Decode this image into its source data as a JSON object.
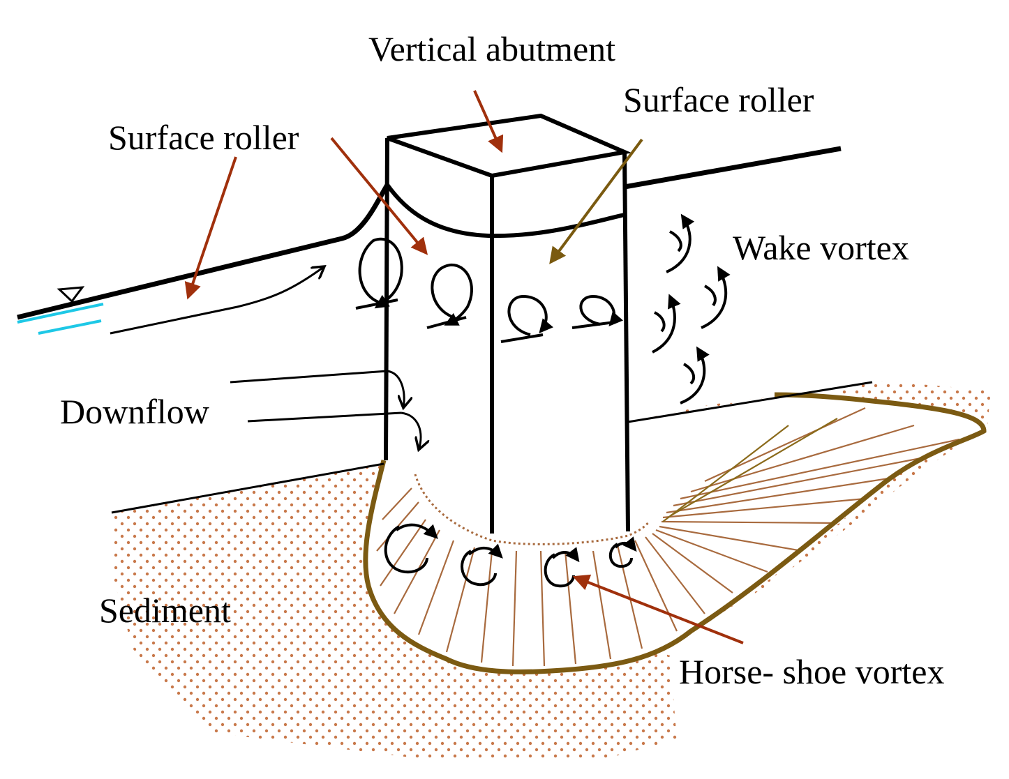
{
  "labels": {
    "vertical_abutment": "Vertical abutment",
    "surface_roller_left": "Surface roller",
    "surface_roller_right": "Surface roller",
    "wake_vortex": "Wake vortex",
    "downflow": "Downflow",
    "sediment": "Sediment",
    "horseshoe_vortex": "Horse- shoe vortex"
  },
  "colors": {
    "outline": "#000000",
    "arrow_red": "#a0300c",
    "arrow_olive": "#7a5a10",
    "scour_edge": "#7b5a12",
    "scour_rays": "#a86a3e",
    "scour_rays_olive": "#8a6a1a",
    "sediment_dots": "#c8784a",
    "water_level": "#1ec8e6"
  }
}
